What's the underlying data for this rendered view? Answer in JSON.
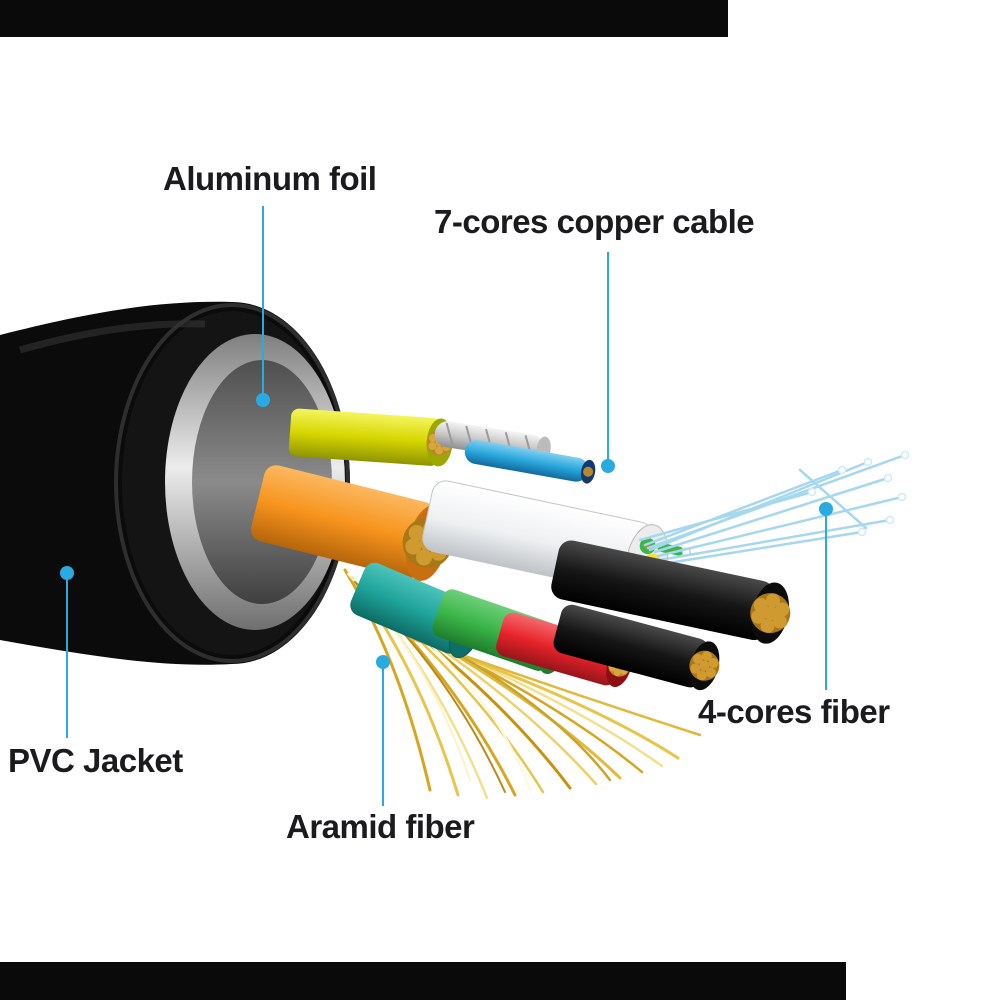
{
  "diagram": {
    "labels": {
      "aluminum_foil": "Aluminum foil",
      "copper_cable": "7-cores copper cable",
      "pvc_jacket": "PVC Jacket",
      "aramid_fiber": "Aramid fiber",
      "four_cores_fiber": "4-cores fiber"
    },
    "colors": {
      "leader": "#29abe2",
      "label_text": "#1b1b1d",
      "jacket_black": "#0b0b0b",
      "foil_silver": "#d9d9d9",
      "wire_orange": "#f7941d",
      "wire_yellow": "#d6d600",
      "wire_teal": "#1fa39a",
      "wire_green": "#3cb54a",
      "wire_red": "#e8232a",
      "wire_blue": "#2aa7dd",
      "copper": "#b9882e",
      "aramid_gold": "#e3b93c",
      "fiber_blue": "#a5d7ee"
    }
  }
}
